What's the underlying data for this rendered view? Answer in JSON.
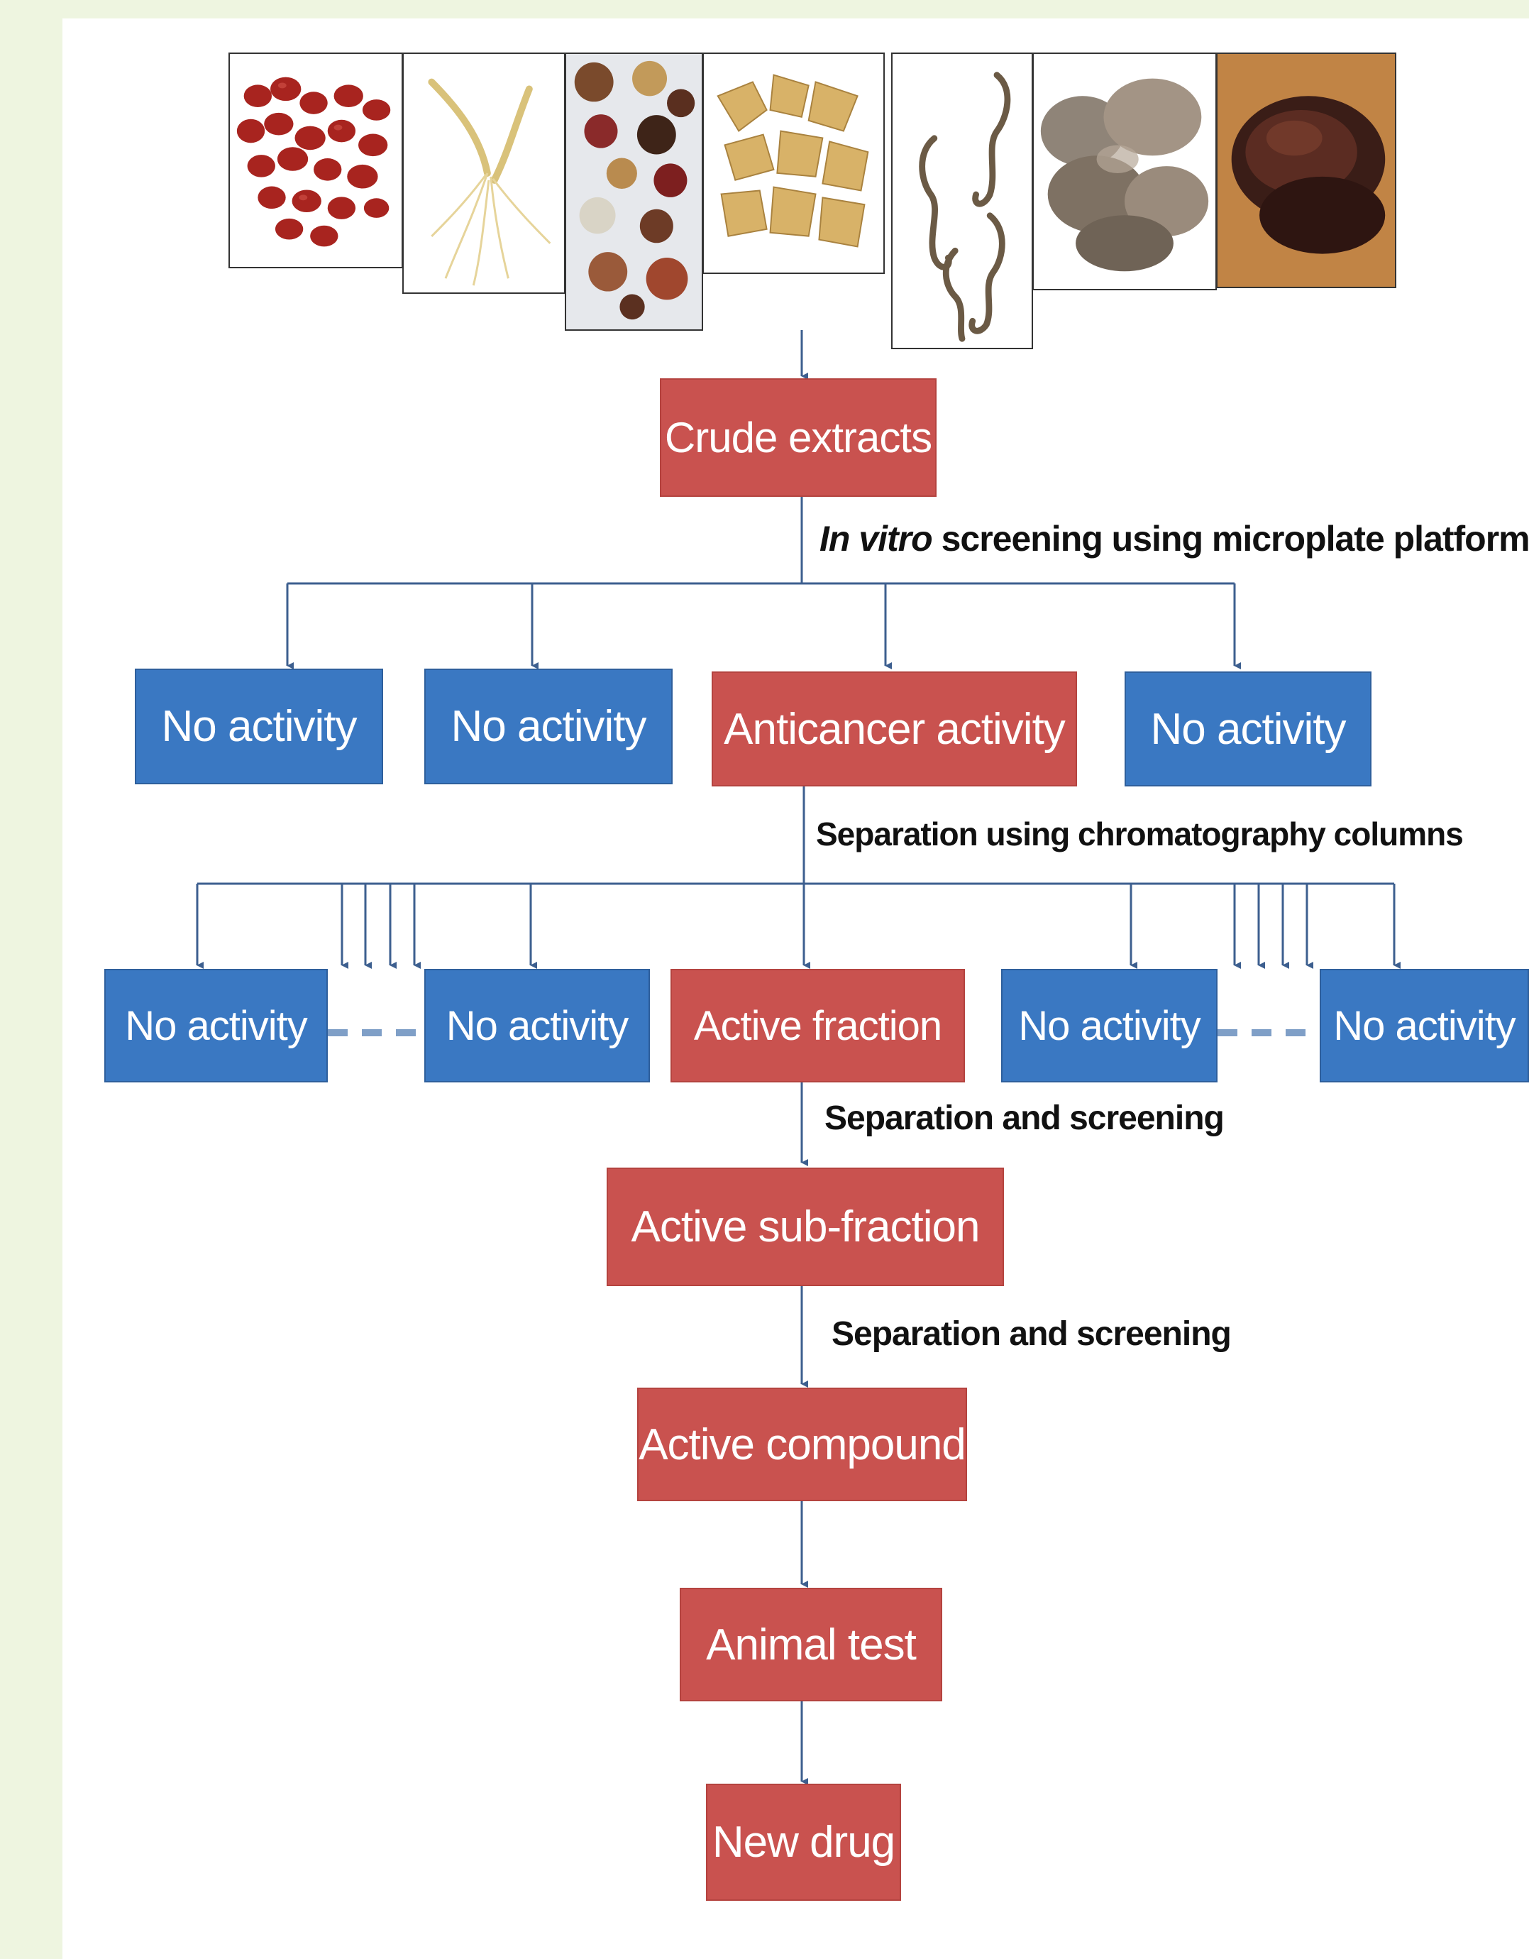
{
  "boxes": {
    "crude_extracts": "Crude extracts",
    "no_activity": "No activity",
    "anticancer_activity": "Anticancer activity",
    "active_fraction": "Active fraction",
    "active_sub_fraction": "Active sub-fraction",
    "active_compound": "Active compound",
    "animal_test": "Animal test",
    "new_drug": "New drug"
  },
  "labels": {
    "in_vitro_italic": "In vitro",
    "in_vitro_rest": " screening using microplate platform",
    "separation_columns": "Separation using chromatography columns",
    "separation_screening": "Separation and screening"
  },
  "colors": {
    "active_box": "#c9524f",
    "inactive_box": "#3a78c2",
    "arrow": "#3d5f8f",
    "dashed_link": "#7f9fc7",
    "background": "#eef5e0"
  },
  "images": [
    {
      "name": "jujube-dates-image"
    },
    {
      "name": "ginseng-root-image"
    },
    {
      "name": "assorted-herbs-image"
    },
    {
      "name": "dried-root-slices-image"
    },
    {
      "name": "seahorses-image"
    },
    {
      "name": "dried-fungus-image"
    },
    {
      "name": "reishi-mushroom-image"
    }
  ]
}
